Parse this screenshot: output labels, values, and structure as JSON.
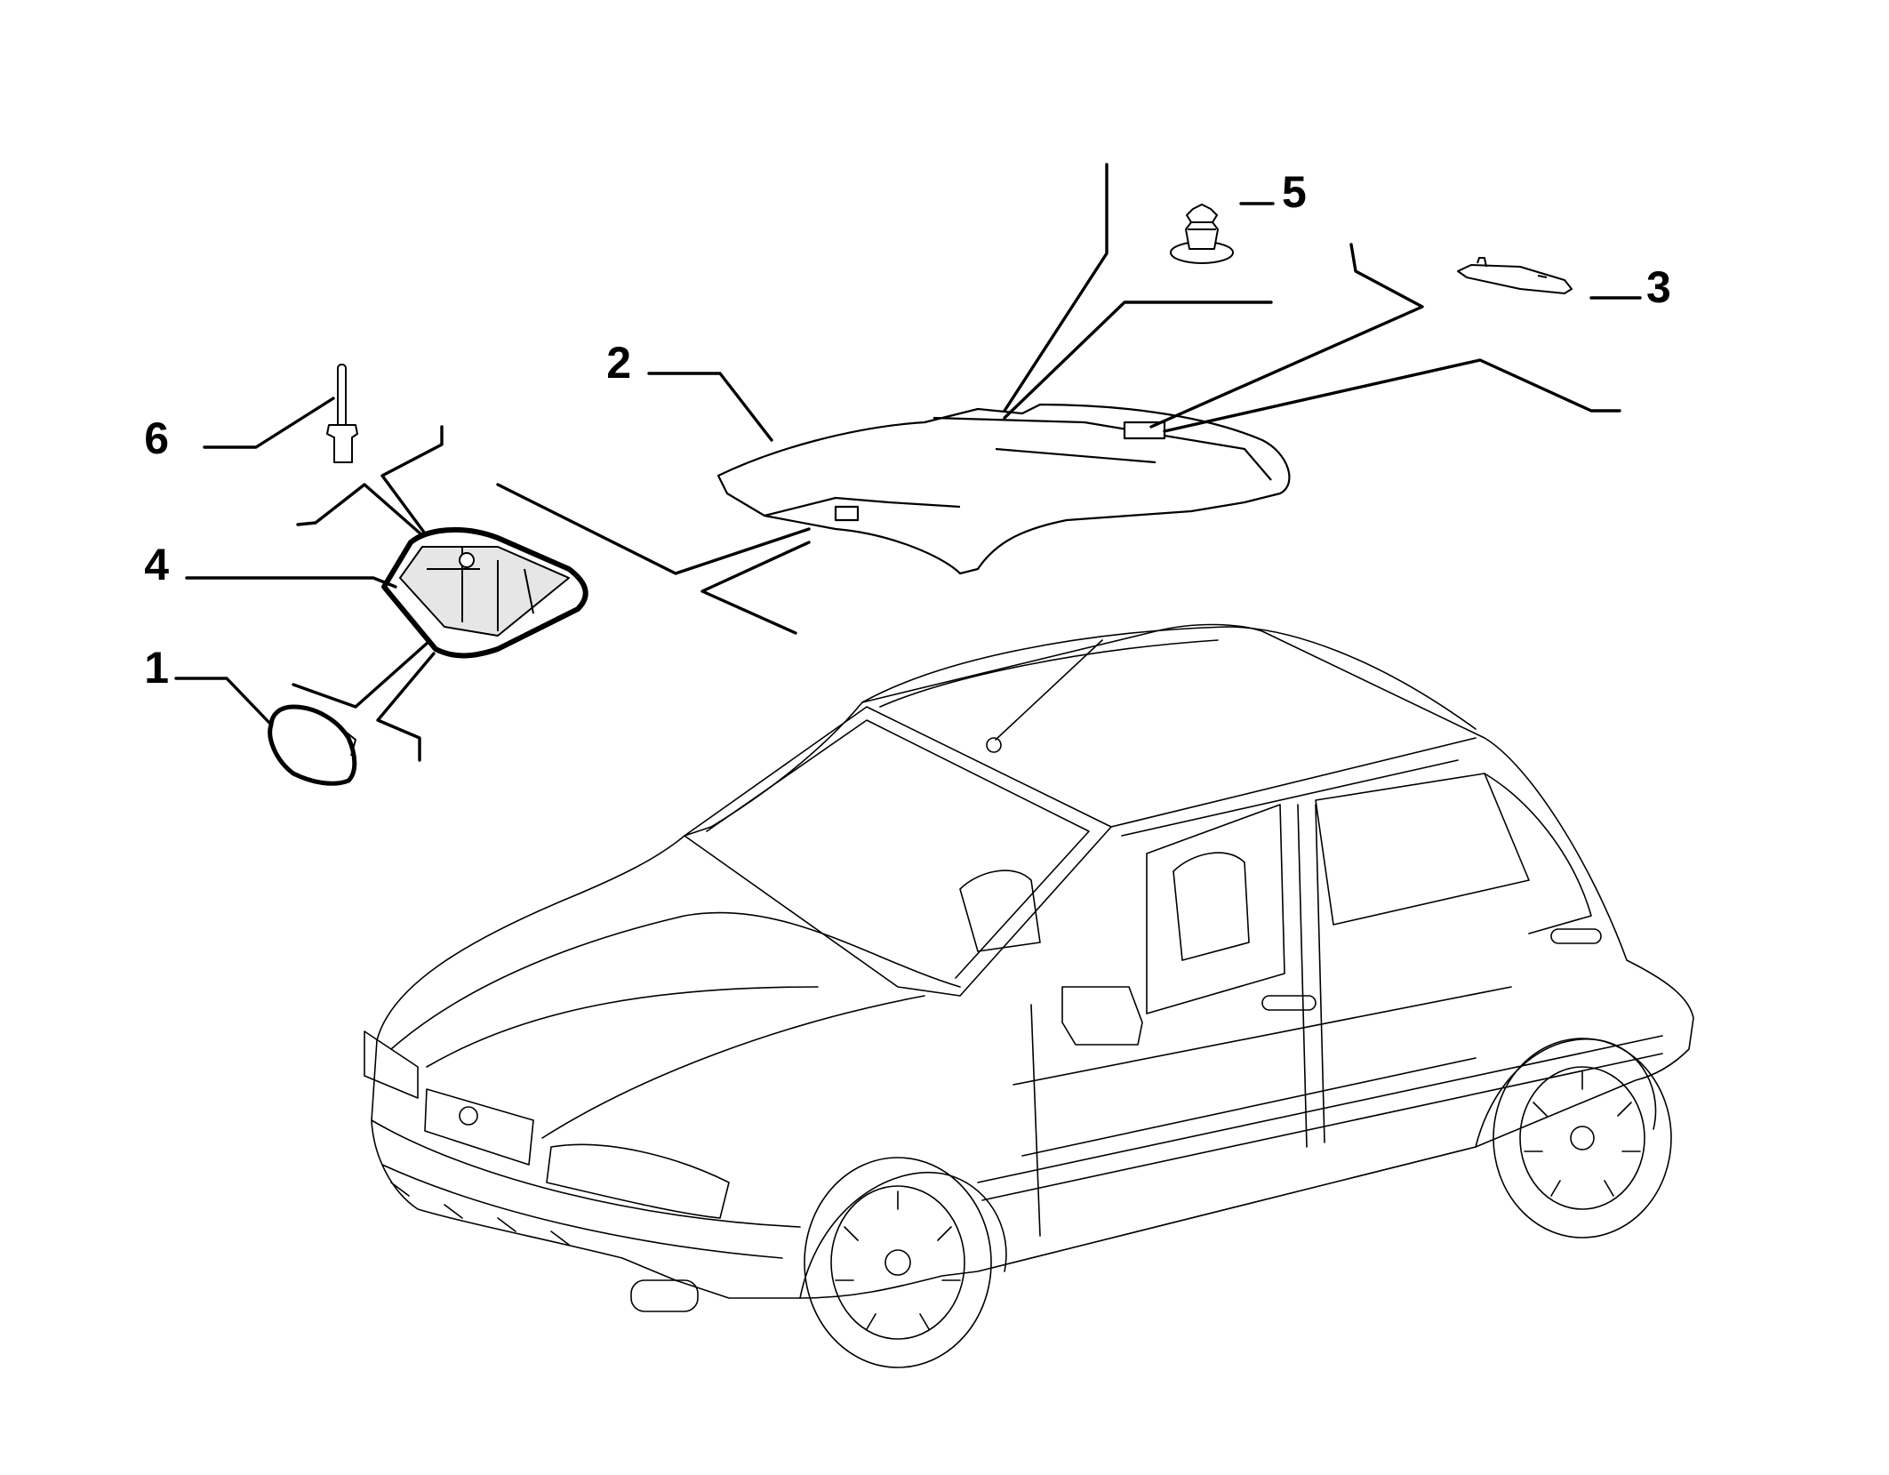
{
  "diagram": {
    "colors": {
      "line": "#000000",
      "fill": "#ffffff",
      "part_shade": "#e6e6e6"
    },
    "parts": [
      {
        "number": "1",
        "icon": "oval-lens-icon"
      },
      {
        "number": "2",
        "icon": "roof-headliner-icon"
      },
      {
        "number": "3",
        "icon": "rectangular-lens-icon"
      },
      {
        "number": "4",
        "icon": "dome-light-housing-icon"
      },
      {
        "number": "5",
        "icon": "push-clip-icon"
      },
      {
        "number": "6",
        "icon": "rivet-pin-icon"
      }
    ]
  }
}
